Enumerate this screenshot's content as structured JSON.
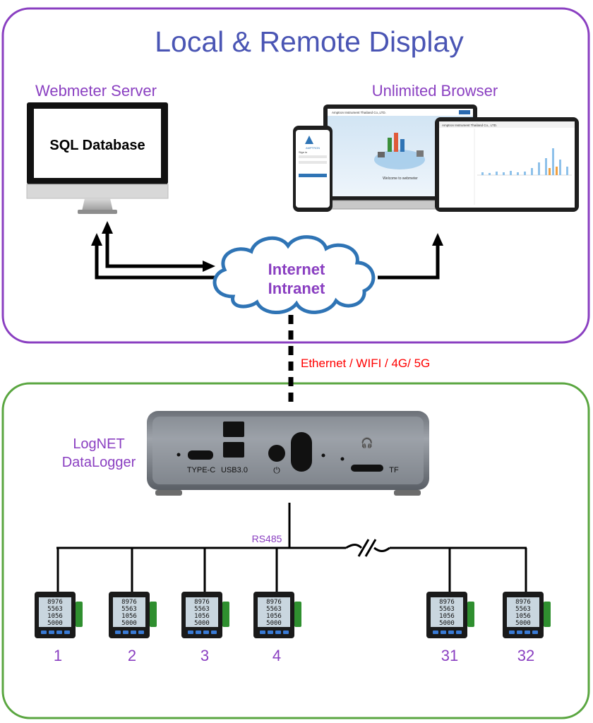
{
  "title": "Local & Remote Display",
  "server": {
    "label": "Webmeter Server",
    "screen_text": "SQL Database"
  },
  "browser": {
    "label": "Unlimited Browser",
    "phone_app_name": "AMPTRON",
    "phone_signin": "Sign in",
    "laptop_header": "Amptron Instrument Thailand Co.,LTD.",
    "laptop_welcome": "Welcome to webmeter",
    "tablet_header": "Amptron Instrument Thailand Co., LTD."
  },
  "cloud": {
    "line1": "Internet",
    "line2": "Intranet"
  },
  "connection_label": "Ethernet / WIFI / 4G/ 5G",
  "logger": {
    "label_line1": "LogNET",
    "label_line2": "DataLogger",
    "port_typec": "TYPE-C",
    "port_usb": "USB3.0",
    "port_tf": "TF",
    "power_symbol": "⏻",
    "headphone_symbol": "🎧"
  },
  "bus_label": "RS485",
  "meter_display": [
    "8976",
    "5563",
    "1056",
    "5000"
  ],
  "meters": [
    {
      "number": "1"
    },
    {
      "number": "2"
    },
    {
      "number": "3"
    },
    {
      "number": "4"
    },
    {
      "number": "31"
    },
    {
      "number": "32"
    }
  ],
  "colors": {
    "top_border": "#8a3fc1",
    "bottom_border": "#5aa640",
    "title": "#4a55b4",
    "purple_label": "#8a3fc1",
    "red_label": "#ff0000",
    "cloud_stroke": "#2f74b5"
  }
}
